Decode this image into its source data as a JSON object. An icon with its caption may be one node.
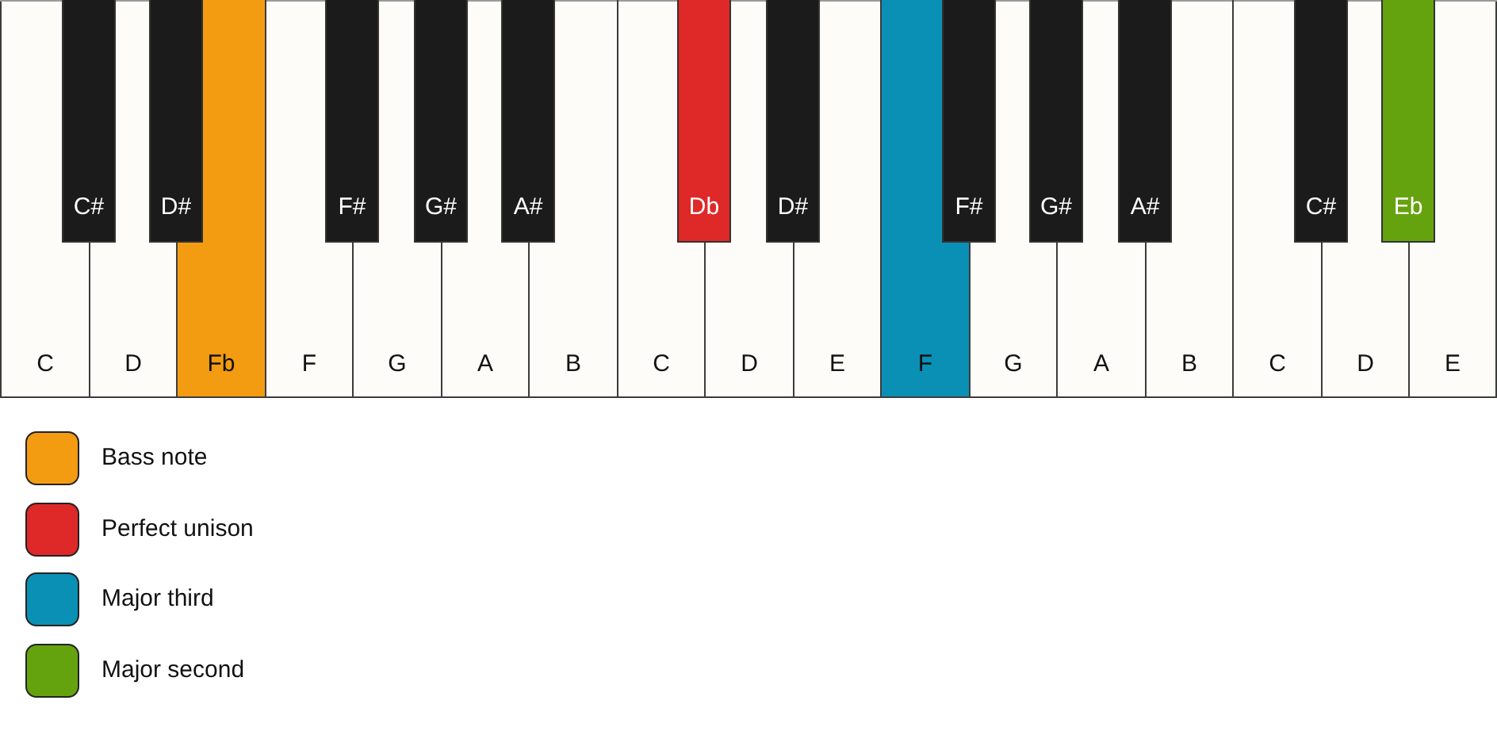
{
  "diagram": {
    "nodes": [
      {
        "text": [
          "C"
        ]
      },
      {
        "text": [
          "C#"
        ]
      },
      {
        "text": [
          "D"
        ]
      },
      {
        "text": [
          "D#"
        ]
      },
      {
        "text": [
          "Fb"
        ]
      },
      {
        "text": [
          "F"
        ]
      },
      {
        "text": [
          "F#"
        ]
      },
      {
        "text": [
          "G"
        ]
      },
      {
        "text": [
          "G#"
        ]
      },
      {
        "text": [
          "A"
        ]
      },
      {
        "text": [
          "A#"
        ]
      },
      {
        "text": [
          "B"
        ]
      },
      {
        "text": [
          "C"
        ]
      },
      {
        "text": [
          "Db"
        ]
      },
      {
        "text": [
          "D"
        ]
      },
      {
        "text": [
          "D#"
        ]
      },
      {
        "text": [
          "E"
        ]
      },
      {
        "text": [
          "F"
        ]
      },
      {
        "text": [
          "F#"
        ]
      },
      {
        "text": [
          "G"
        ]
      },
      {
        "text": [
          "G#"
        ]
      },
      {
        "text": [
          "A"
        ]
      },
      {
        "text": [
          "A#"
        ]
      },
      {
        "text": [
          "B"
        ]
      },
      {
        "text": [
          "C"
        ]
      },
      {
        "text": [
          "C#"
        ]
      },
      {
        "text": [
          "D"
        ]
      },
      {
        "text": [
          "Eb"
        ]
      },
      {
        "text": [
          "E"
        ]
      }
    ],
    "legend": [
      {
        "text": "Bass note",
        "color": "#f39c12"
      },
      {
        "text": "Perfect unison",
        "color": "#df2828"
      },
      {
        "text": "Major third",
        "color": "#0a90b5"
      },
      {
        "text": "Major second",
        "color": "#65a30e"
      }
    ]
  }
}
